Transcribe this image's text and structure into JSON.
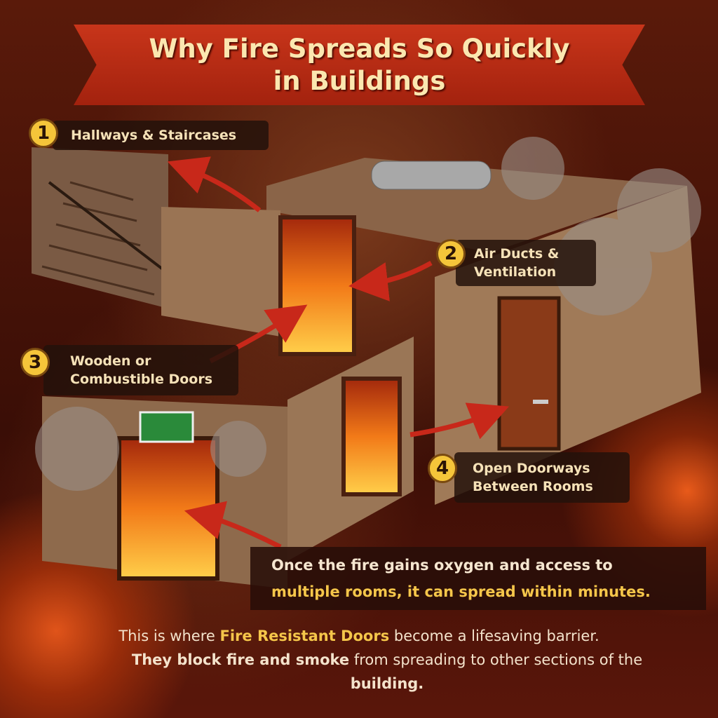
{
  "title": {
    "line1": "Why Fire Spreads So Quickly",
    "line2": "in Buildings"
  },
  "labels": [
    {
      "number": "1",
      "text": "Hallways & Staircases"
    },
    {
      "number": "2",
      "line1": "Air Ducts &",
      "line2": "Ventilation"
    },
    {
      "number": "3",
      "line1": "Wooden or",
      "line2": "Combustible Doors"
    },
    {
      "number": "4",
      "line1": "Open Doorways",
      "line2": "Between Rooms"
    }
  ],
  "caption": {
    "line1": "Once the fire gains oxygen and access to",
    "line2": "multiple rooms, it can spread within minutes."
  },
  "bottom": {
    "p1_pre": "This is where ",
    "p1_hl": "Fire Resistant Doors",
    "p1_post": " become a lifesaving barrier.",
    "p2_bold": "They block fire and smoke",
    "p2_post": " from spreading to other sections of the",
    "p3": "building."
  },
  "colors": {
    "banner": "#b82a12",
    "accent": "#f5c53a",
    "text": "#f6e2b8",
    "arrow": "#c8281a"
  }
}
